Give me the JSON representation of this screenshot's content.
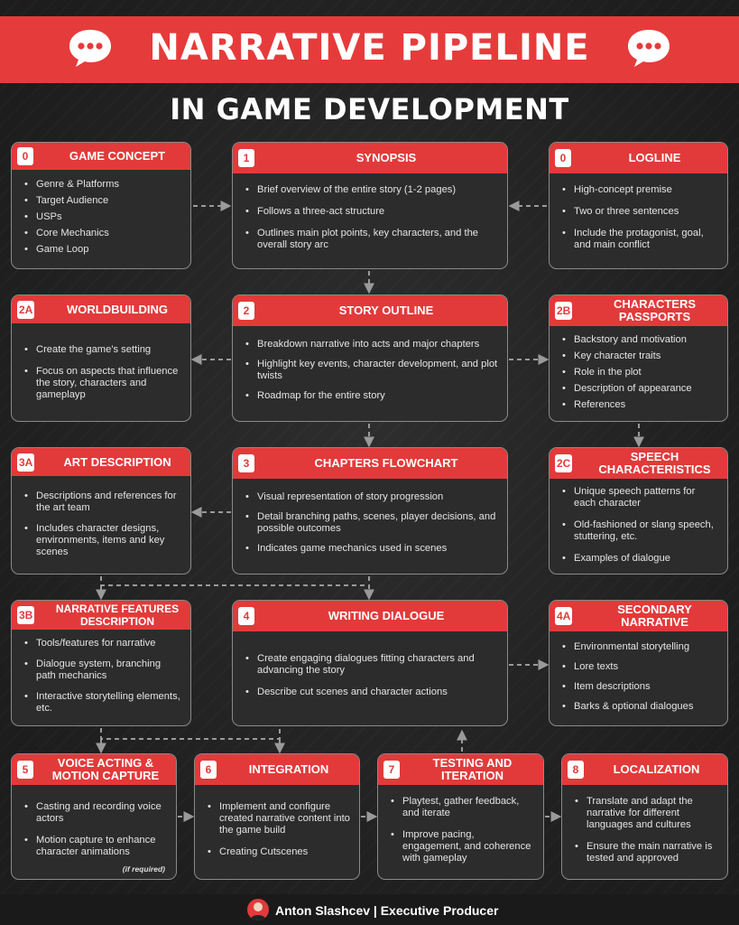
{
  "header": {
    "title": "NARRATIVE PIPELINE",
    "subtitle": "IN GAME DEVELOPMENT"
  },
  "cards": {
    "game_concept": {
      "num": "0",
      "title": "GAME CONCEPT",
      "items": [
        "Genre & Platforms",
        "Target Audience",
        "USPs",
        "Core Mechanics",
        "Game Loop"
      ]
    },
    "synopsis": {
      "num": "1",
      "title": "SYNOPSIS",
      "items": [
        "Brief overview of the entire story (1-2 pages)",
        "Follows a three-act structure",
        "Outlines main plot points, key characters, and the overall story arc"
      ]
    },
    "logline": {
      "num": "0",
      "title": "LOGLINE",
      "items": [
        "High-concept premise",
        "Two or three sentences",
        "Include the protagonist, goal, and main conflict"
      ]
    },
    "worldbuilding": {
      "num": "2A",
      "title": "WORLDBUILDING",
      "items": [
        "Create the game's setting",
        "Focus on aspects that influence the story, characters and gameplayp"
      ]
    },
    "story_outline": {
      "num": "2",
      "title": "STORY OUTLINE",
      "items": [
        "Breakdown narrative into acts and major chapters",
        "Highlight key events, character development, and plot twists",
        "Roadmap for the entire story"
      ]
    },
    "characters_passports": {
      "num": "2B",
      "title": "CHARACTERS PASSPORTS",
      "items": [
        "Backstory and motivation",
        "Key character traits",
        "Role in the plot",
        "Description of appearance",
        "References"
      ]
    },
    "art_description": {
      "num": "3A",
      "title": "ART DESCRIPTION",
      "items": [
        "Descriptions and references for the art team",
        "Includes character designs, environments, items and key scenes"
      ]
    },
    "chapters_flowchart": {
      "num": "3",
      "title": "CHAPTERS FLOWCHART",
      "items": [
        "Visual representation of story progression",
        "Detail branching paths, scenes, player decisions, and possible outcomes",
        "Indicates game mechanics used in scenes"
      ]
    },
    "speech_characteristics": {
      "num": "2C",
      "title": "SPEECH CHARACTERISTICS",
      "items": [
        "Unique speech patterns for each character",
        "Old-fashioned or slang speech, stuttering, etc.",
        "Examples of dialogue"
      ]
    },
    "narrative_features": {
      "num": "3B",
      "title": "NARRATIVE FEATURES DESCRIPTION",
      "items": [
        "Tools/features for narrative",
        "Dialogue system, branching path mechanics",
        "Interactive storytelling elements, etc."
      ]
    },
    "writing_dialogue": {
      "num": "4",
      "title": "WRITING DIALOGUE",
      "items": [
        "Create engaging dialogues fitting characters and advancing the story",
        "Describe cut scenes and character actions"
      ]
    },
    "secondary_narrative": {
      "num": "4A",
      "title": "SECONDARY NARRATIVE",
      "items": [
        "Environmental storytelling",
        "Lore texts",
        "Item descriptions",
        "Barks & optional dialogues"
      ]
    },
    "voice_acting": {
      "num": "5",
      "title": "VOICE ACTING & MOTION CAPTURE",
      "items": [
        "Casting and recording voice actors",
        "Motion capture to enhance character animations"
      ],
      "note": "(if required)"
    },
    "integration": {
      "num": "6",
      "title": "INTEGRATION",
      "items": [
        "Implement and configure created narrative content into the game build",
        "Creating Cutscenes"
      ]
    },
    "testing": {
      "num": "7",
      "title": "TESTING AND ITERATION",
      "items": [
        "Playtest, gather feedback, and iterate",
        "Improve pacing, engagement, and coherence with gameplay"
      ]
    },
    "localization": {
      "num": "8",
      "title": "LOCALIZATION",
      "items": [
        "Translate and adapt the narrative for different languages and cultures",
        "Ensure the main narrative is tested and approved"
      ]
    }
  },
  "footer": {
    "author": "Anton Slashcev | Executive Producer"
  },
  "colors": {
    "accent": "#e23a3a",
    "background": "#232323",
    "card": "#2c2c2c",
    "border": "#8a8a8a"
  },
  "icons": [
    "speech-bubble-icon"
  ]
}
